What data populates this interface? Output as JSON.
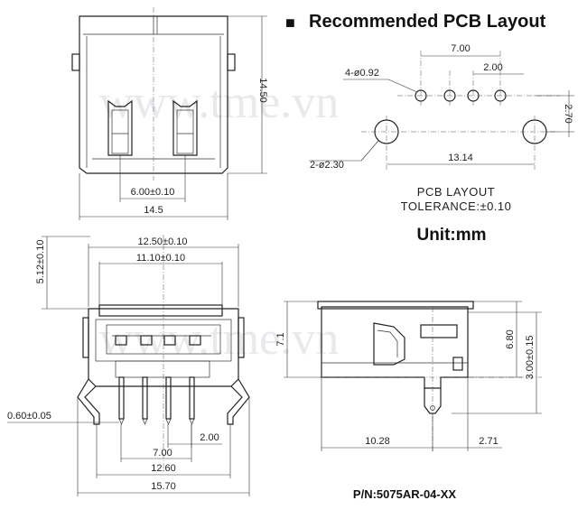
{
  "header": {
    "title": "Recommended PCB Layout",
    "bullet": "■"
  },
  "watermarks": [
    "www.tme.vn",
    "www.tme.vn"
  ],
  "pcb_layout": {
    "pitch_total": "7.00",
    "pitch": "2.00",
    "row_offset": "2.70",
    "small_holes": "4-ø0.92",
    "large_holes": "2-ø2.30",
    "large_span": "13.14",
    "note_line1": "PCB LAYOUT",
    "note_line2": "TOLERANCE:±0.10"
  },
  "unit": "Unit:mm",
  "front_view": {
    "height": "14.50",
    "slot_span": "6.00±0.10",
    "width": "14.5"
  },
  "top_view": {
    "outer_width": "12.50±0.10",
    "inner_width": "11.10±0.10",
    "height": "5.12±0.10",
    "pin_width": "0.60±0.05",
    "pin_pitch_total": "7.00",
    "pin_pitch": "2.00",
    "leg_span": "12.60",
    "total_width": "15.70"
  },
  "side_view": {
    "height": "7.1",
    "height_right": "6.80",
    "pin_height": "3.00±0.15",
    "length": "10.28",
    "tail": "2.71"
  },
  "part_number": "P/N:5075AR-04-XX"
}
